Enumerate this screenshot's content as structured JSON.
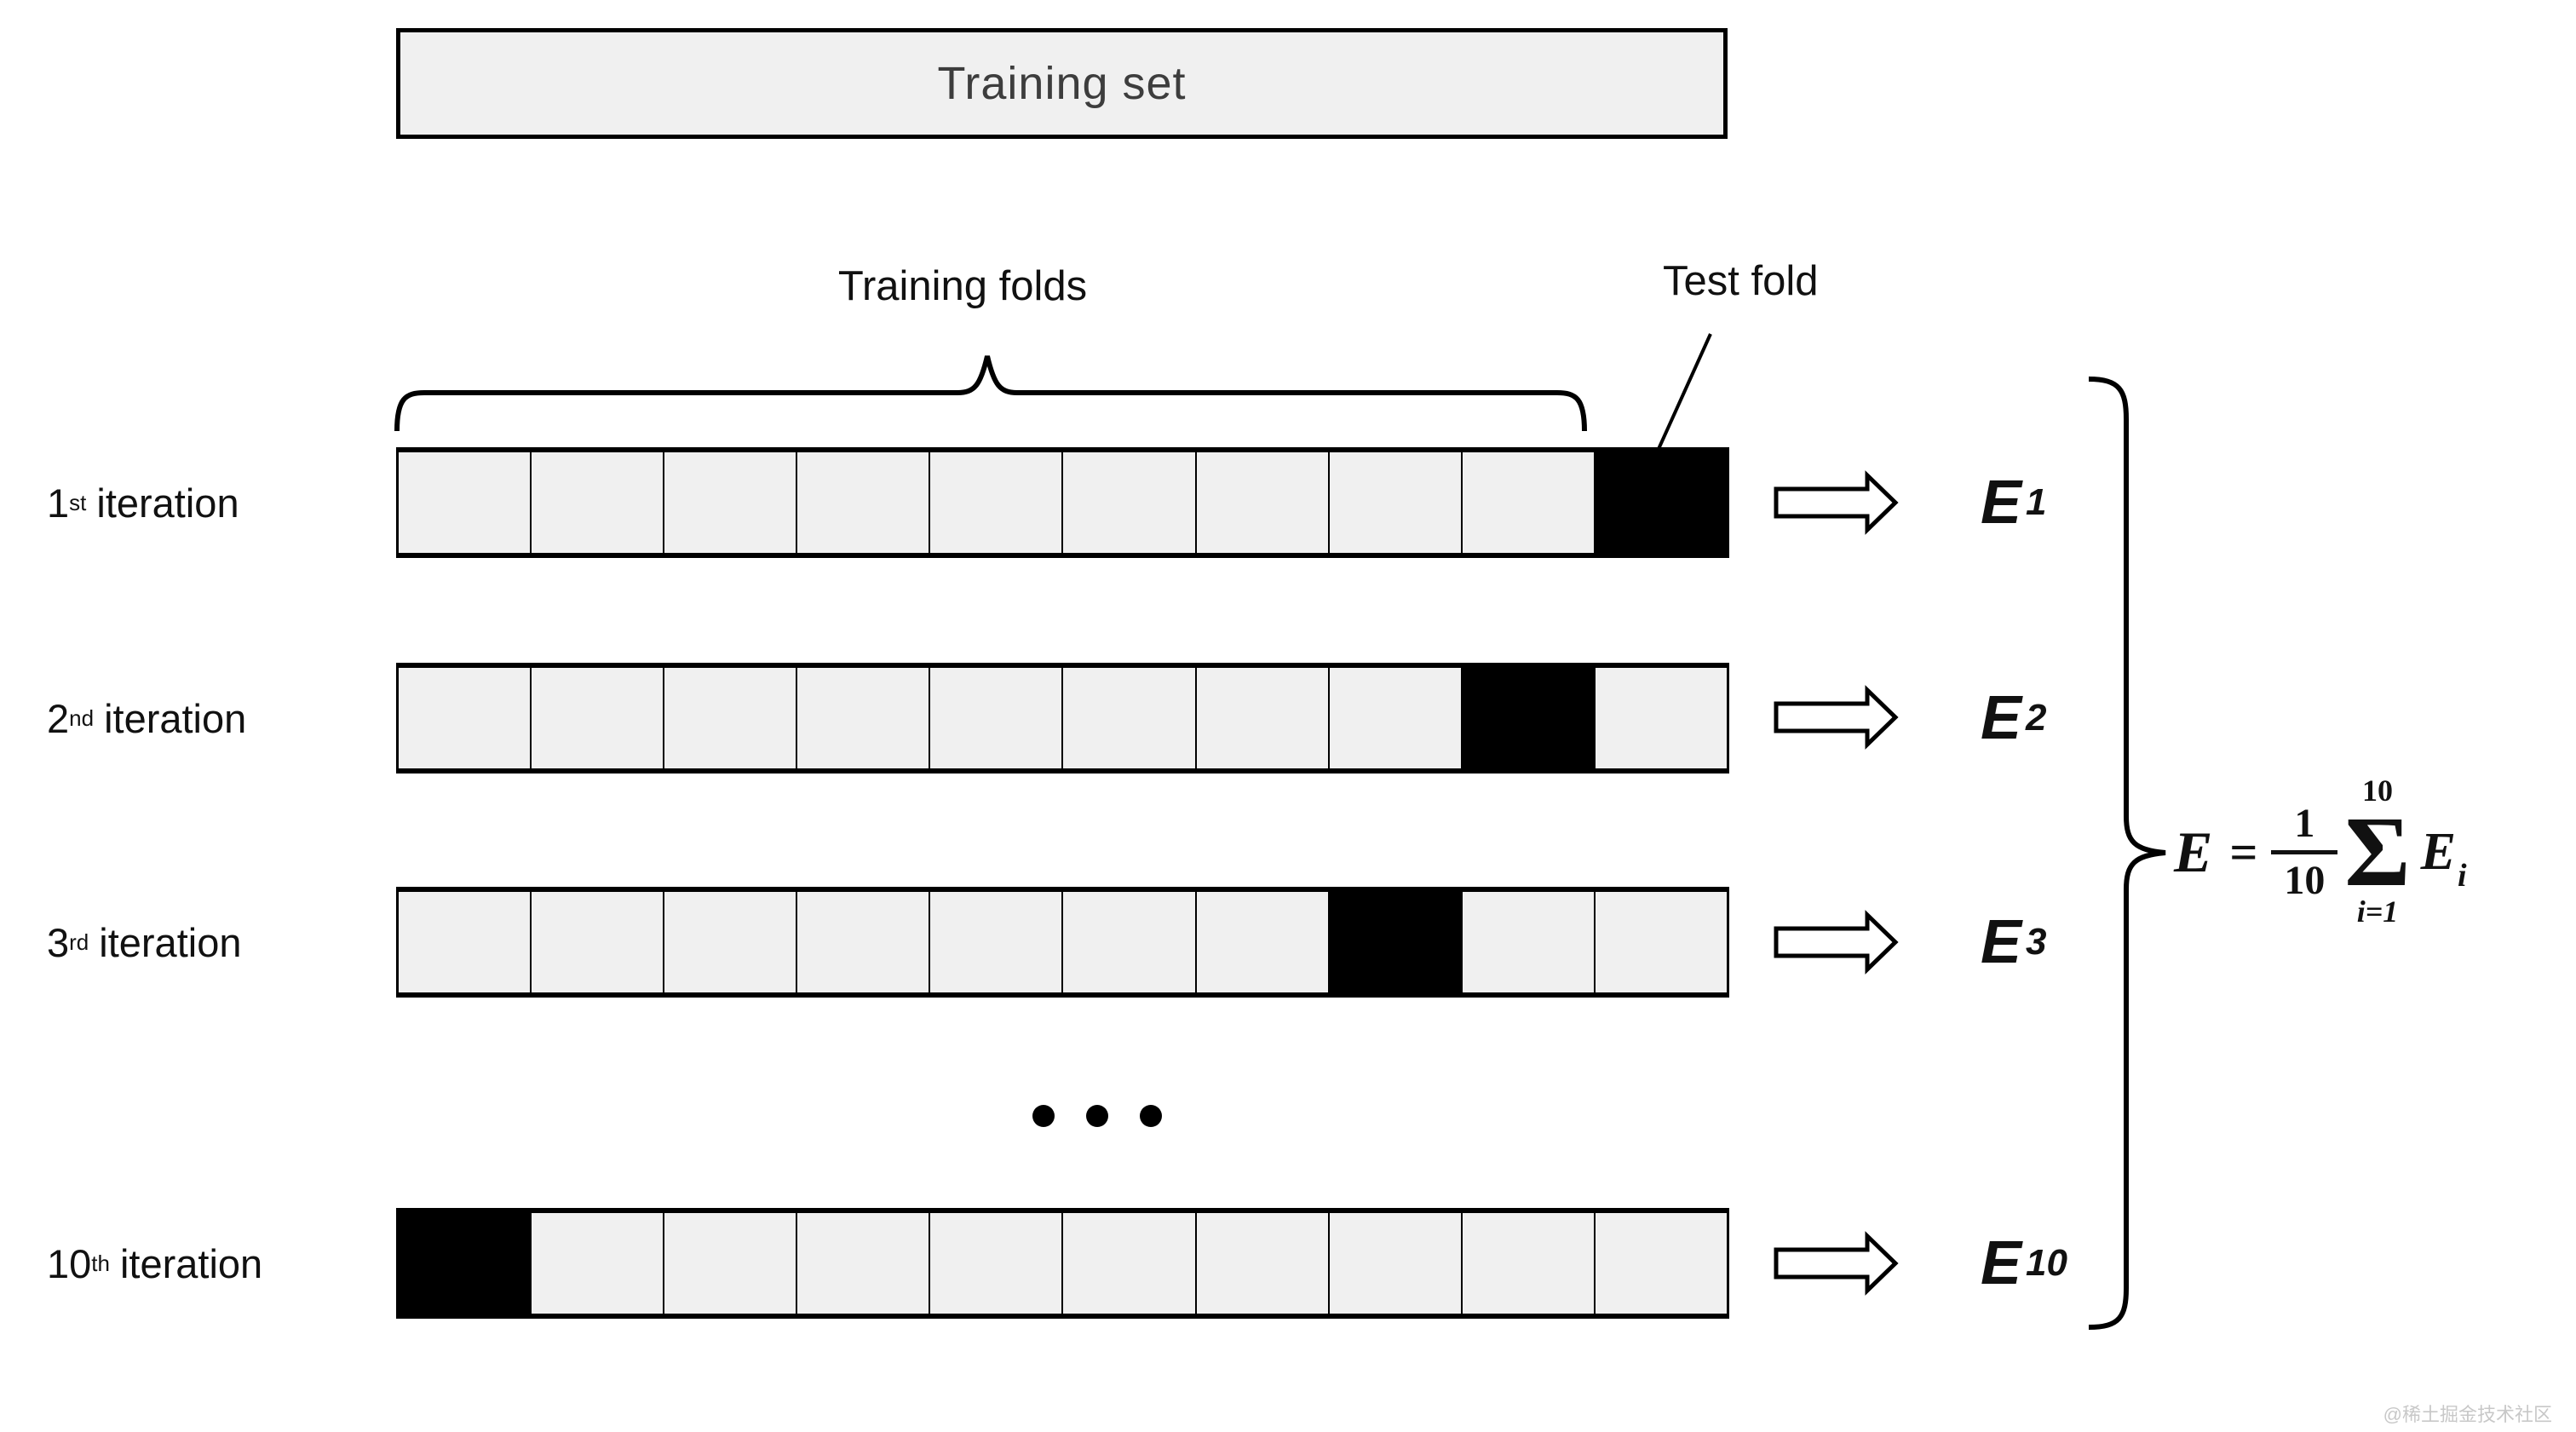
{
  "training_set_label": "Training set",
  "training_folds_label": "Training folds",
  "test_fold_label": "Test fold",
  "folds_per_row": 10,
  "iterations": [
    {
      "num": "1",
      "suffix": "st",
      "word": "iteration",
      "test_fold_index": 9,
      "e_base": "E",
      "e_sub": "1"
    },
    {
      "num": "2",
      "suffix": "nd",
      "word": "iteration",
      "test_fold_index": 8,
      "e_base": "E",
      "e_sub": "2"
    },
    {
      "num": "3",
      "suffix": "rd",
      "word": "iteration",
      "test_fold_index": 7,
      "e_base": "E",
      "e_sub": "3"
    },
    {
      "num": "10",
      "suffix": "th",
      "word": "iteration",
      "test_fold_index": 0,
      "e_base": "E",
      "e_sub": "10"
    }
  ],
  "ellipsis_dots": 3,
  "formula": {
    "lhs": "E",
    "eq": "=",
    "numerator": "1",
    "denominator": "10",
    "sum_symbol": "Σ",
    "sum_upper": "10",
    "sum_lower": "i=1",
    "term": "E",
    "term_sub": "i"
  },
  "watermark": "@稀土掘金技术社区",
  "colors": {
    "fold_fill": "#f0f0f0",
    "test_fold_fill": "#000000",
    "box_fill": "#f0f0f0",
    "line": "#000000",
    "title_text": "#3d3d3d",
    "watermark_text": "#c8c8c8"
  }
}
